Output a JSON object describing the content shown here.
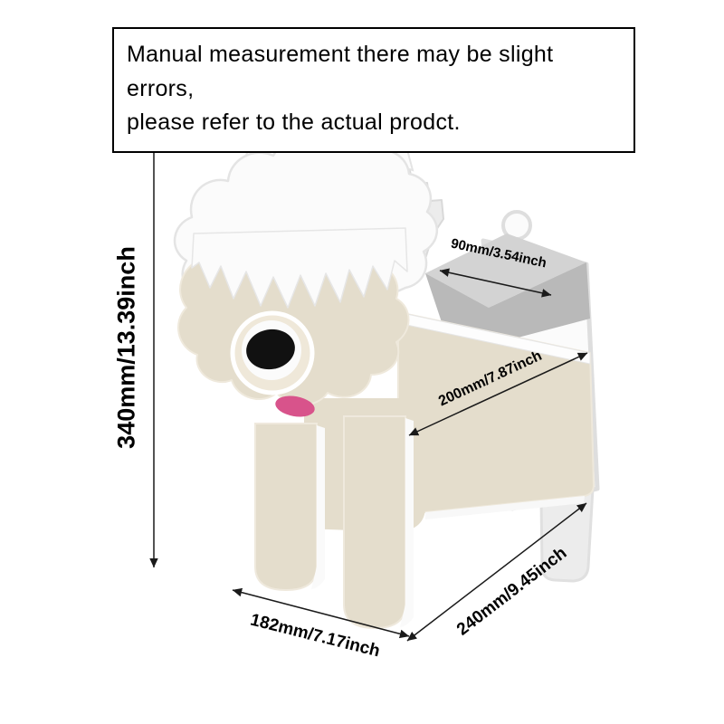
{
  "notice": {
    "line1": "Manual measurement there may be slight errors,",
    "line2": "please refer to the actual prodct."
  },
  "dimensions": {
    "height": "340mm/13.39inch",
    "opening_width": "90mm/3.54inch",
    "front_length": "200mm/7.87inch",
    "base_width": "182mm/7.17inch",
    "base_depth": "240mm/9.45inch"
  },
  "colors": {
    "cream": "#e4ddcc",
    "muzzle_cream": "#efe8d9",
    "board_white": "#fbfbfb",
    "board_shadow": "#ececec",
    "interior_light": "#d3d3d3",
    "interior_gray": "#b9b9b9",
    "nose_black": "#111111",
    "tongue_pink": "#d8538b",
    "dimension_line": "#1a1a1a"
  }
}
